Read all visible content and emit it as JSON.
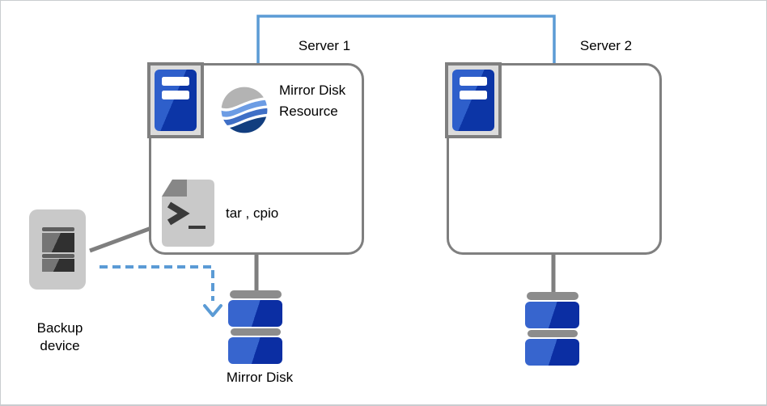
{
  "diagram": {
    "servers": [
      {
        "label": "Server 1"
      },
      {
        "label": "Server 2"
      }
    ],
    "resources": {
      "mirror_disk_resource_label": "Mirror Disk Resource",
      "tar_cpio_label": "tar , cpio"
    },
    "backup_device_label": "Backup device",
    "mirror_disk_label": "Mirror Disk",
    "icons": {
      "server_icon": "blue server unit with two white slots",
      "mirror_disk_resource_icon": "sphere with gray and blue waves",
      "shell_script_icon": "document with folded corner, > prompt and underscore",
      "backup_device_icon": "gray tape backup unit",
      "mirror_disk_icon": "stacked blue disk cartridges"
    },
    "colors": {
      "interconnect_blue": "#5B9BD5",
      "box_border_gray": "#7F7F7F",
      "disk_cap_gray": "#8C8C8C",
      "disk_blue_light": "#3765CE",
      "disk_blue_dark": "#0B2EA3",
      "server_icon_blue_light": "#2E5FCB",
      "server_icon_blue_dark": "#0C35A6",
      "device_body_gray": "#C9C9C9"
    }
  }
}
